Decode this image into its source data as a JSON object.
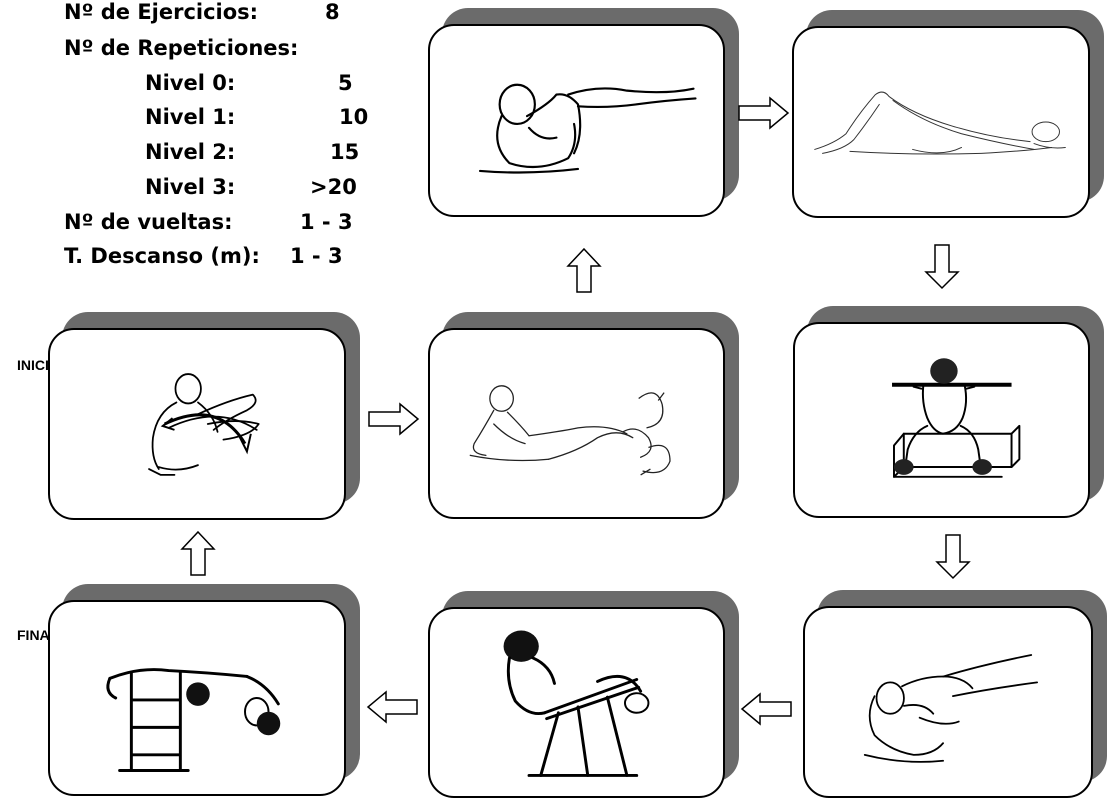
{
  "info": {
    "ejercicios_label": "Nº de Ejercicios:",
    "ejercicios_value": "8",
    "repeticiones_label": "Nº de Repeticiones:",
    "niveles": [
      {
        "label": "Nivel 0:",
        "value": "5"
      },
      {
        "label": "Nivel 1:",
        "value": "10"
      },
      {
        "label": "Nivel 2:",
        "value": "15"
      },
      {
        "label": "Nivel 3:",
        "value": ">20"
      }
    ],
    "vueltas_label": "Nº de vueltas:",
    "vueltas_value": "1 - 3",
    "descanso_label": "T. Descanso (m):",
    "descanso_value": "1 - 3"
  },
  "labels": {
    "inicio": "INICIO",
    "final": "FINAL"
  },
  "colors": {
    "shadow": "#6b6b6b",
    "border": "#000000"
  }
}
